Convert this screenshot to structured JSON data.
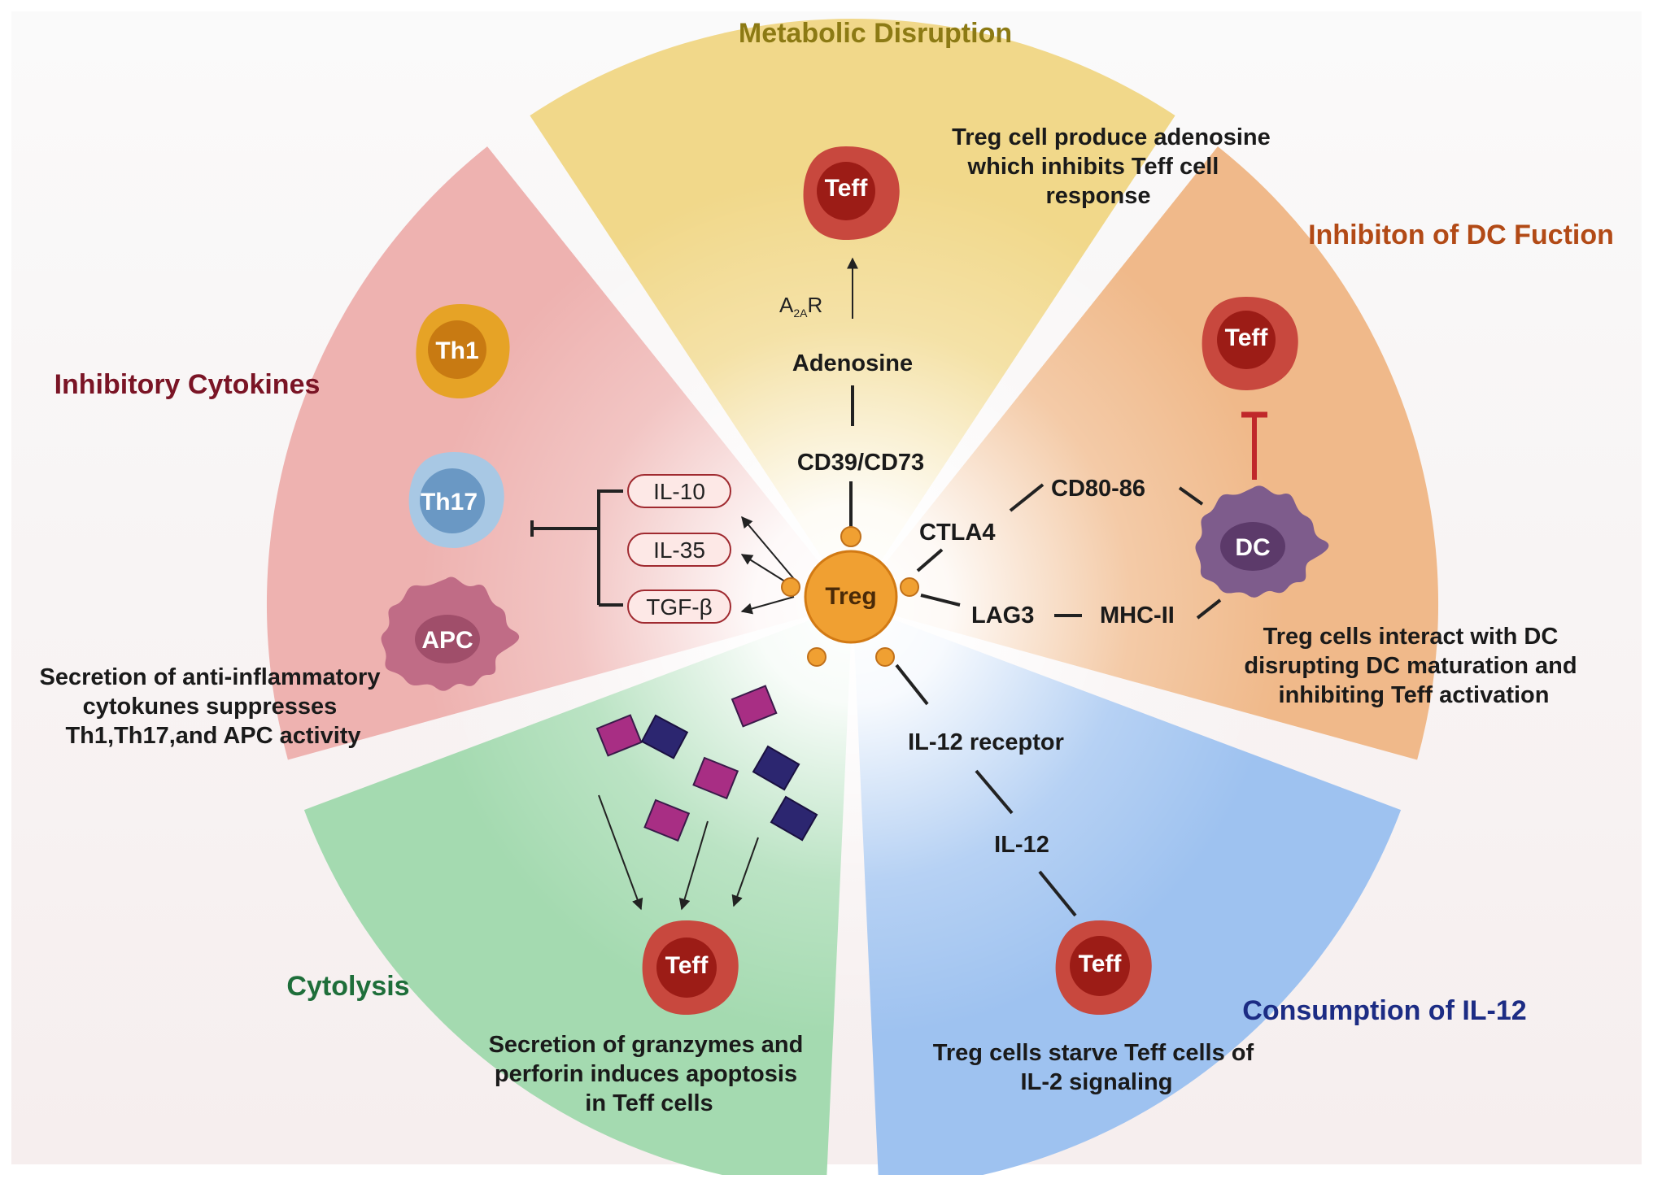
{
  "sections": {
    "metabolic": {
      "title": "Metabolic Disruption",
      "title_color": "#8c7a14",
      "fill": "#f1d88a",
      "description": [
        "Treg cell produce adenosine",
        "which inhibits Teff cell",
        "response"
      ],
      "receptor_main": "A",
      "receptor_sub": "2A",
      "receptor_tail": "R",
      "adenosine": "Adenosine",
      "cd39": "CD39/CD73",
      "teff": "Teff"
    },
    "dc": {
      "title": "Inhibiton of DC Fuction",
      "title_color": "#b24a16",
      "fill": "#f0b98a",
      "description": [
        "Treg cells interact with DC",
        "disrupting DC maturation and",
        "inhibiting Teff activation"
      ],
      "teff": "Teff",
      "dc": "DC",
      "ctla4": "CTLA4",
      "cd80": "CD80-86",
      "lag3": "LAG3",
      "mhc": "MHC-II"
    },
    "il12": {
      "title": "Consumption of IL-12",
      "title_color": "#1c2c84",
      "fill": "#9ec2f0",
      "description": [
        "Treg cells starve Teff cells of",
        "IL-2 signaling"
      ],
      "receptor": "IL-12 receptor",
      "il12": "IL-12",
      "teff": "Teff"
    },
    "cytolysis": {
      "title": "Cytolysis",
      "title_color": "#1e6e3a",
      "fill": "#a4dab0",
      "description": [
        "Secretion of granzymes and",
        "perforin induces apoptosis",
        "in Teff cells"
      ],
      "teff": "Teff"
    },
    "cytokines": {
      "title": "Inhibitory Cytokines",
      "title_color": "#7a1425",
      "fill": "#eeb2b0",
      "description": [
        "Secretion of anti-inflammatory",
        "cytokunes suppresses",
        "Th1,Th17,and APC activity"
      ],
      "th1": "Th1",
      "th17": "Th17",
      "apc": "APC",
      "il10": "IL-10",
      "il35": "IL-35",
      "tgf": "TGF-β"
    }
  },
  "center": {
    "treg": "Treg",
    "color": "#f0a032"
  }
}
